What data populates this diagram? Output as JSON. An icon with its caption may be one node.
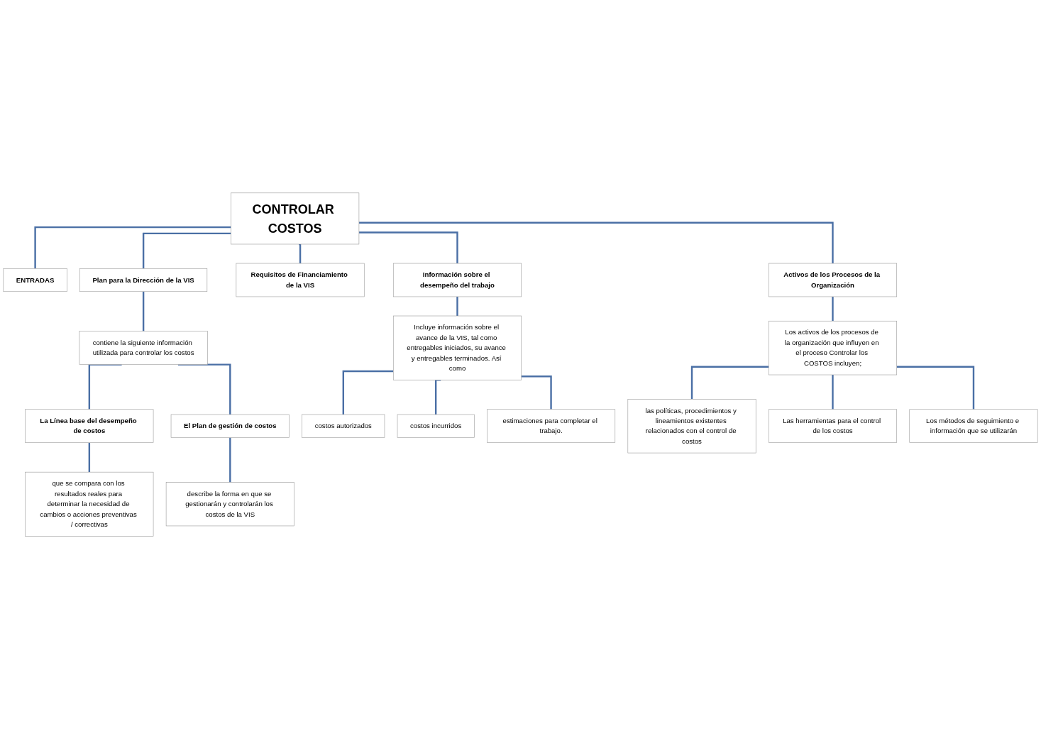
{
  "diagram": {
    "nodes": [
      {
        "text": [
          "CONTROLAR COSTOS"
        ]
      },
      {
        "text": [
          "ENTRADAS"
        ]
      },
      {
        "text": [
          "Plan para la Dirección de la VIS"
        ]
      },
      {
        "text": [
          "Requisitos de Financiamiento de la VIS"
        ]
      },
      {
        "text": [
          "Información sobre el desempeño del trabajo"
        ]
      },
      {
        "text": [
          "Activos de los Procesos de la Organización"
        ]
      },
      {
        "text": [
          "contiene la siguiente información utilizada para controlar los costos"
        ]
      },
      {
        "text": [
          "La Línea base del desempeño de costos"
        ]
      },
      {
        "text": [
          "El Plan de gestión de costos"
        ]
      },
      {
        "text": [
          "que se compara con los resultados reales para determinar la necesidad de cambios o acciones preventivas / correctivas"
        ]
      },
      {
        "text": [
          "describe la forma en que se gestionarán y controlarán los costos de la VIS"
        ]
      },
      {
        "text": [
          "Incluye información sobre el avance de la VIS, tal como entregables iniciados, su avance y entregables terminados. Así como"
        ]
      },
      {
        "text": [
          "costos autorizados"
        ]
      },
      {
        "text": [
          "costos incurridos"
        ]
      },
      {
        "text": [
          "estimaciones para completar el trabajo."
        ]
      },
      {
        "text": [
          "Los activos de los procesos de la organización que influyen en el proceso Controlar los COSTOS incluyen;"
        ]
      },
      {
        "text": [
          "las políticas, procedimientos y lineamientos existentes relacionados con el control de costos"
        ]
      },
      {
        "text": [
          "Las herramientas para el control de los costos"
        ]
      },
      {
        "text": [
          "Los métodos de seguimiento e información que se utilizarán"
        ]
      }
    ],
    "edges": [
      {
        "from": 0,
        "to": 1,
        "arrow": "none"
      },
      {
        "from": 0,
        "to": 2,
        "arrow": "none"
      },
      {
        "from": 0,
        "to": 3,
        "arrow": "none"
      },
      {
        "from": 0,
        "to": 4,
        "arrow": "none"
      },
      {
        "from": 0,
        "to": 5,
        "arrow": "none"
      },
      {
        "from": 2,
        "to": 6,
        "arrow": "none"
      },
      {
        "from": 6,
        "to": 7,
        "arrow": "none"
      },
      {
        "from": 6,
        "to": 8,
        "arrow": "none"
      },
      {
        "from": 7,
        "to": 9,
        "arrow": "none"
      },
      {
        "from": 8,
        "to": 10,
        "arrow": "none"
      },
      {
        "from": 4,
        "to": 11,
        "arrow": "none"
      },
      {
        "from": 11,
        "to": 12,
        "arrow": "none"
      },
      {
        "from": 11,
        "to": 13,
        "arrow": "none"
      },
      {
        "from": 11,
        "to": 14,
        "arrow": "none"
      },
      {
        "from": 5,
        "to": 15,
        "arrow": "none"
      },
      {
        "from": 15,
        "to": 16,
        "arrow": "none"
      },
      {
        "from": 15,
        "to": 17,
        "arrow": "none"
      },
      {
        "from": 15,
        "to": 18,
        "arrow": "none"
      }
    ]
  }
}
